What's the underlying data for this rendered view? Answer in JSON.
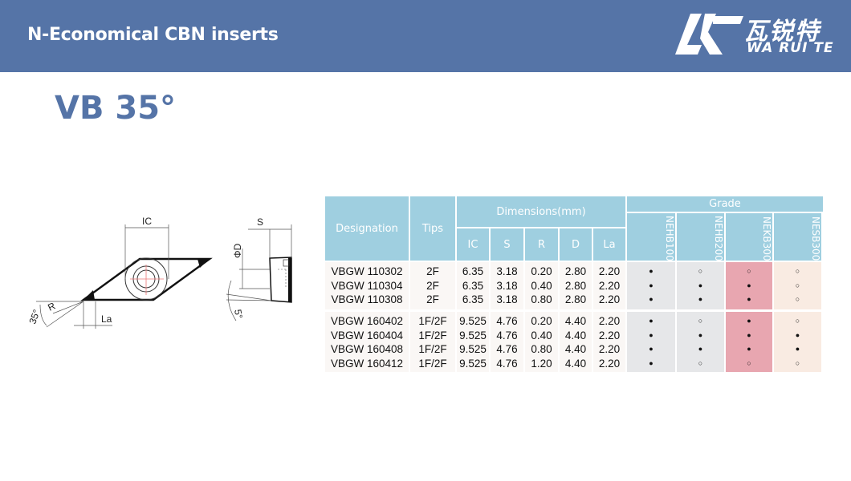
{
  "header": {
    "title": "N-Economical CBN inserts"
  },
  "logo": {
    "cn": "瓦锐特",
    "en": "WA RUI TE"
  },
  "model": "VB 35°",
  "diagram": {
    "ic": "IC",
    "s": "S",
    "phi_d": "ΦD",
    "r": "R",
    "la": "La",
    "angle35": "35°",
    "angle5": "5°"
  },
  "table": {
    "headers": {
      "designation": "Designation",
      "tips": "Tips",
      "dimensions": "Dimensions(mm)",
      "grade": "Grade",
      "dims": [
        "IC",
        "S",
        "R",
        "D",
        "La"
      ],
      "grades": [
        "NEHB100",
        "NEHB200",
        "NEKB300",
        "NESB300"
      ]
    },
    "groups": [
      [
        [
          "VBGW 110302",
          "2F",
          "6.35",
          "3.18",
          "0.20",
          "2.80",
          "2.20",
          "●",
          "○",
          "○",
          "○"
        ],
        [
          "VBGW 110304",
          "2F",
          "6.35",
          "3.18",
          "0.40",
          "2.80",
          "2.20",
          "●",
          "●",
          "●",
          "○"
        ],
        [
          "VBGW 110308",
          "2F",
          "6.35",
          "3.18",
          "0.80",
          "2.80",
          "2.20",
          "●",
          "●",
          "●",
          "○"
        ]
      ],
      [
        [
          "VBGW 160402",
          "1F/2F",
          "9.525",
          "4.76",
          "0.20",
          "4.40",
          "2.20",
          "●",
          "○",
          "●",
          "○"
        ],
        [
          "VBGW 160404",
          "1F/2F",
          "9.525",
          "4.76",
          "0.40",
          "4.40",
          "2.20",
          "●",
          "●",
          "●",
          "●"
        ],
        [
          "VBGW 160408",
          "1F/2F",
          "9.525",
          "4.76",
          "0.80",
          "4.40",
          "2.20",
          "●",
          "●",
          "●",
          "●"
        ],
        [
          "VBGW 160412",
          "1F/2F",
          "9.525",
          "4.76",
          "1.20",
          "4.40",
          "2.20",
          "●",
          "○",
          "○",
          "○"
        ]
      ]
    ],
    "colors": {
      "header": "#9fcfe0",
      "body": "#faf7f5",
      "nehb": "#e6e7e9",
      "nekb": "#e8a6b0",
      "nesb": "#f9ebe2"
    }
  }
}
